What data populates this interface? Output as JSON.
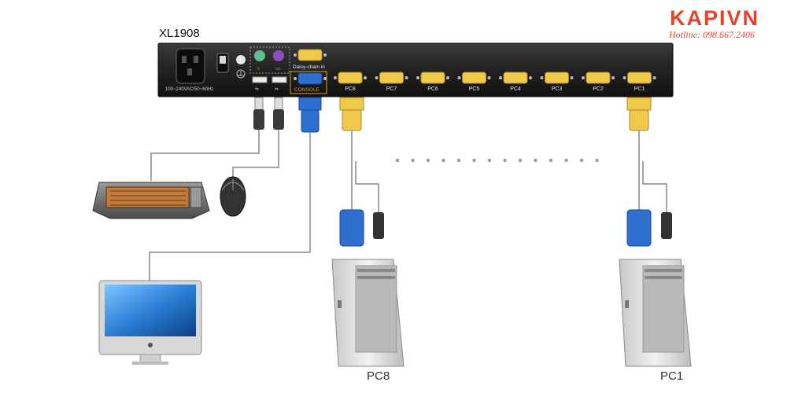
{
  "brand": {
    "logo_text": "KAPIVN",
    "hotline": "Hotline: 098.667.2406"
  },
  "device": {
    "model": "XL1908",
    "power_rating": "100~240VAC/50~60Hz",
    "daisy_chain_label": "Daisy-chain in",
    "console_label": "CONSOLE",
    "ports": [
      "PC8",
      "PC7",
      "PC6",
      "PC5",
      "PC4",
      "PC3",
      "PC2",
      "PC1"
    ]
  },
  "computers": {
    "left_label": "PC8",
    "right_label": "PC1"
  },
  "colors": {
    "brand": "#e4432b",
    "console": "#e0a020",
    "vga_blue": "#2f6fcf",
    "vga_yellow": "#f0c84a",
    "panel": "#262626"
  },
  "icons": [
    "power-socket-icon",
    "rocker-switch-icon",
    "ground-icon",
    "keyboard-icon",
    "mouse-icon",
    "monitor-icon",
    "usb-plug-icon",
    "vga-plug-icon",
    "tower-pc-icon"
  ]
}
